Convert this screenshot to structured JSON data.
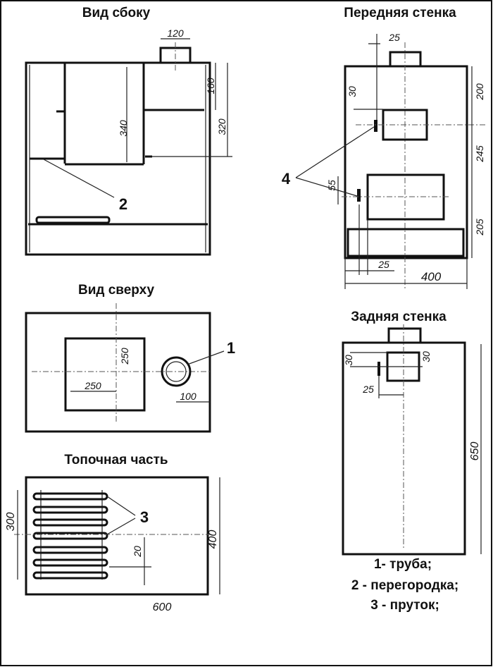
{
  "views": {
    "side": {
      "title": "Вид сбоку",
      "dims": {
        "pipe_width": "120",
        "d160": "160",
        "d320": "320",
        "d340": "340"
      },
      "callout": "2"
    },
    "front": {
      "title": "Передняя стенка",
      "dims": {
        "top25": "25",
        "d200": "200",
        "d245": "245",
        "d205": "205",
        "d30": "30",
        "d55": "55",
        "bottom25": "25",
        "width400": "400"
      },
      "callout": "4"
    },
    "top": {
      "title": "Вид сверху",
      "dims": {
        "h250": "250",
        "w250": "250",
        "d100": "100"
      },
      "callout": "1"
    },
    "back": {
      "title": "Задняя стенка",
      "dims": {
        "d30a": "30",
        "d30b": "30",
        "d25": "25",
        "h650": "650"
      }
    },
    "firebox": {
      "title": "Топочная часть",
      "dims": {
        "d300": "300",
        "d400": "400",
        "d20": "20",
        "w600": "600"
      },
      "callout": "3"
    }
  },
  "legend": [
    "1- труба;",
    "2 - перегородка;",
    "3 - пруток;"
  ]
}
